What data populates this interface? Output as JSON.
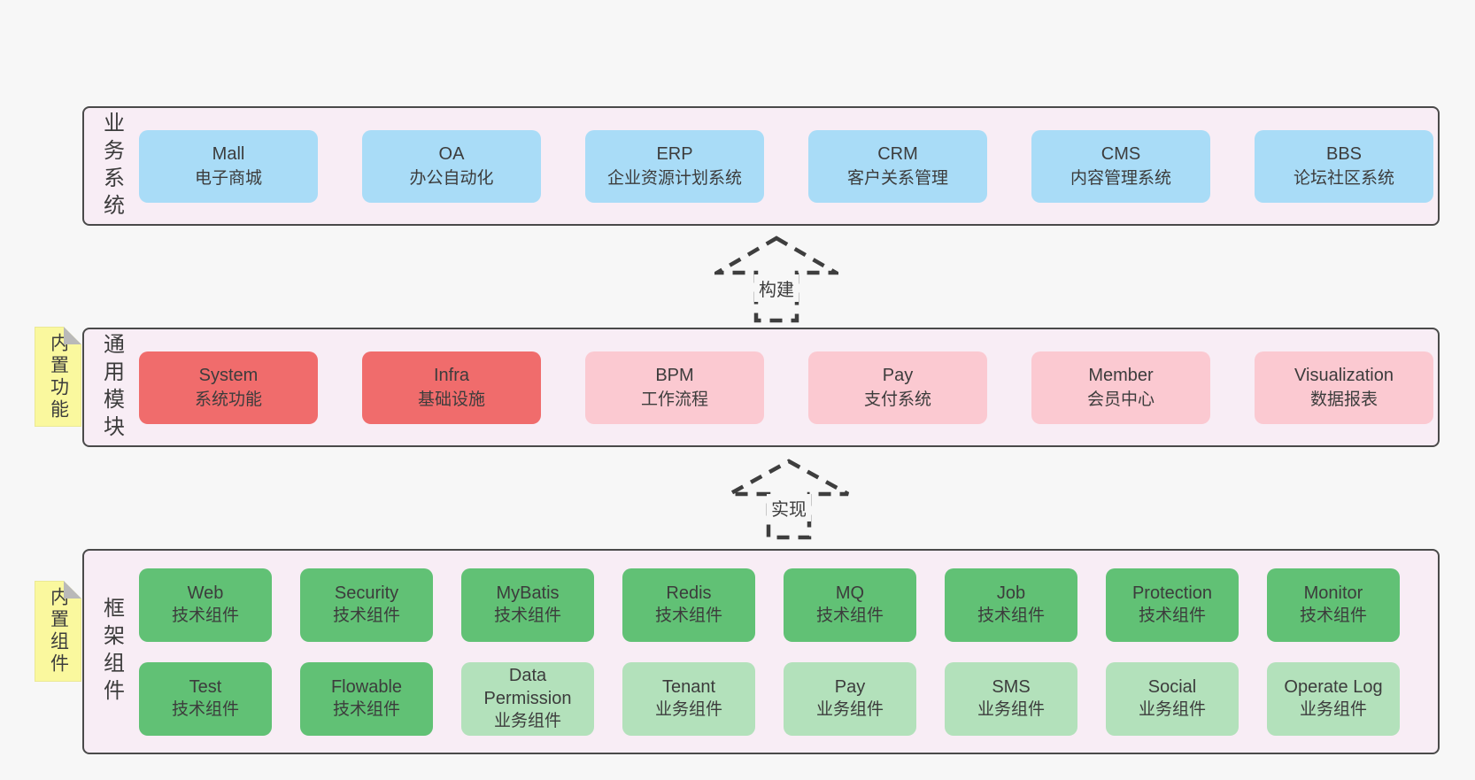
{
  "colors": {
    "page-bg": "#f7f7f7",
    "panel-bg": "#f8edf5",
    "panel-border": "#4a4a4a",
    "box-blue": "#a9dcf7",
    "box-red": "#f06c6c",
    "box-pink": "#fbc9d1",
    "box-green": "#61c175",
    "box-lightgreen": "#b3e1bb",
    "note-yellow": "#faf89e",
    "note-fold": "#b9b9b9",
    "text": "#3c3c3c",
    "arrow": "#3e3e3e"
  },
  "sections": [
    {
      "label": "业务系统",
      "rows": [
        [
          {
            "en": "Mall",
            "zh": "电子商城",
            "color": "blue"
          },
          {
            "en": "OA",
            "zh": "办公自动化",
            "color": "blue"
          },
          {
            "en": "ERP",
            "zh": "企业资源计划系统",
            "color": "blue"
          },
          {
            "en": "CRM",
            "zh": "客户关系管理",
            "color": "blue"
          },
          {
            "en": "CMS",
            "zh": "内容管理系统",
            "color": "blue"
          },
          {
            "en": "BBS",
            "zh": "论坛社区系统",
            "color": "blue"
          }
        ]
      ]
    },
    {
      "label": "通用模块",
      "note": "内置功能",
      "rows": [
        [
          {
            "en": "System",
            "zh": "系统功能",
            "color": "red"
          },
          {
            "en": "Infra",
            "zh": "基础设施",
            "color": "red"
          },
          {
            "en": "BPM",
            "zh": "工作流程",
            "color": "pink"
          },
          {
            "en": "Pay",
            "zh": "支付系统",
            "color": "pink"
          },
          {
            "en": "Member",
            "zh": "会员中心",
            "color": "pink"
          },
          {
            "en": "Visualization",
            "zh": "数据报表",
            "color": "pink"
          }
        ]
      ]
    },
    {
      "label": "框架组件",
      "note": "内置组件",
      "rows": [
        [
          {
            "en": "Web",
            "zh": "技术组件",
            "color": "green"
          },
          {
            "en": "Security",
            "zh": "技术组件",
            "color": "green"
          },
          {
            "en": "MyBatis",
            "zh": "技术组件",
            "color": "green"
          },
          {
            "en": "Redis",
            "zh": "技术组件",
            "color": "green"
          },
          {
            "en": "MQ",
            "zh": "技术组件",
            "color": "green"
          },
          {
            "en": "Job",
            "zh": "技术组件",
            "color": "green"
          },
          {
            "en": "Protection",
            "zh": "技术组件",
            "color": "green"
          },
          {
            "en": "Monitor",
            "zh": "技术组件",
            "color": "green"
          }
        ],
        [
          {
            "en": "Test",
            "zh": "技术组件",
            "color": "green"
          },
          {
            "en": "Flowable",
            "zh": "技术组件",
            "color": "green"
          },
          {
            "en": "Data Permission",
            "zh": "业务组件",
            "color": "lightgreen"
          },
          {
            "en": "Tenant",
            "zh": "业务组件",
            "color": "lightgreen"
          },
          {
            "en": "Pay",
            "zh": "业务组件",
            "color": "lightgreen"
          },
          {
            "en": "SMS",
            "zh": "业务组件",
            "color": "lightgreen"
          },
          {
            "en": "Social",
            "zh": "业务组件",
            "color": "lightgreen"
          },
          {
            "en": "Operate Log",
            "zh": "业务组件",
            "color": "lightgreen"
          }
        ]
      ]
    }
  ],
  "arrows": [
    {
      "label": "构建"
    },
    {
      "label": "实现"
    }
  ]
}
